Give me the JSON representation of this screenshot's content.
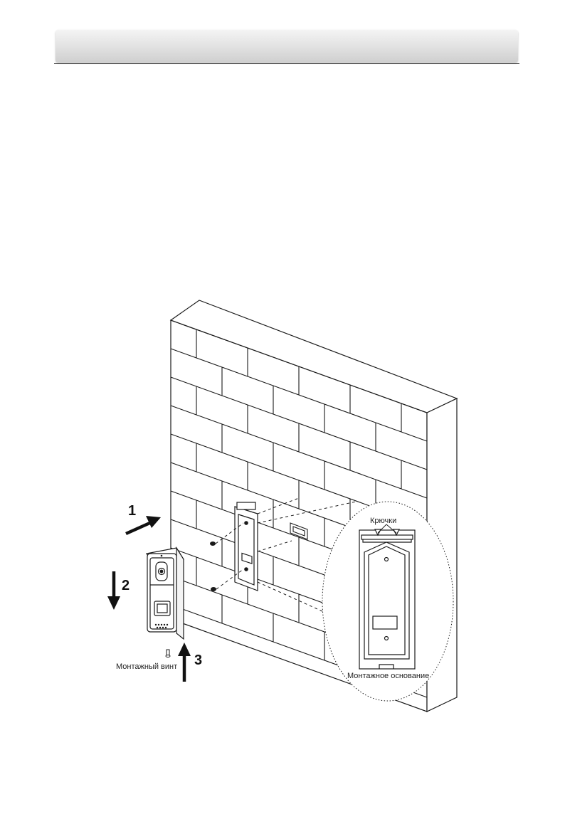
{
  "figure": {
    "steps": [
      "1",
      "2",
      "3"
    ],
    "callouts": {
      "hooks": "Крючки",
      "mounting_plate": "Монтажное основание",
      "mounting_screw": "Монтажный винт"
    }
  },
  "colors": {
    "line": "#1a1a1a",
    "header_top": "#f4f4f4",
    "header_bottom": "#cfcfcf"
  }
}
